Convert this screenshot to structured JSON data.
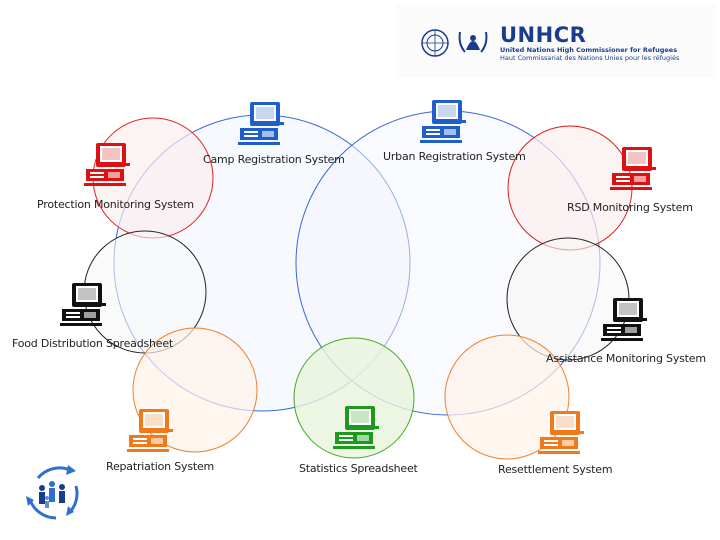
{
  "logo": {
    "name": "UNHCR",
    "line1": "United Nations High Commissioner for Refugees",
    "line2": "Haut Commissariat des Nations Unies pour les réfugiés"
  },
  "nodes": [
    {
      "id": "camp",
      "label": "Camp Registration System",
      "color": "#1f5fcc"
    },
    {
      "id": "urban",
      "label": "Urban Registration System",
      "color": "#1f5fcc"
    },
    {
      "id": "prot",
      "label": "Protection Monitoring System",
      "color": "#dd1111"
    },
    {
      "id": "rsd",
      "label": "RSD Monitoring System",
      "color": "#dd1111"
    },
    {
      "id": "food",
      "label": "Food Distribution Spreadsheet",
      "color": "#111111"
    },
    {
      "id": "assist",
      "label": "Assistance Monitoring System",
      "color": "#111111"
    },
    {
      "id": "repat",
      "label": "Repatriation System",
      "color": "#f07a1a"
    },
    {
      "id": "stats",
      "label": "Statistics Spreadsheet",
      "color": "#1c9a1c"
    },
    {
      "id": "reset",
      "label": "Resettlement System",
      "color": "#f07a1a"
    }
  ]
}
